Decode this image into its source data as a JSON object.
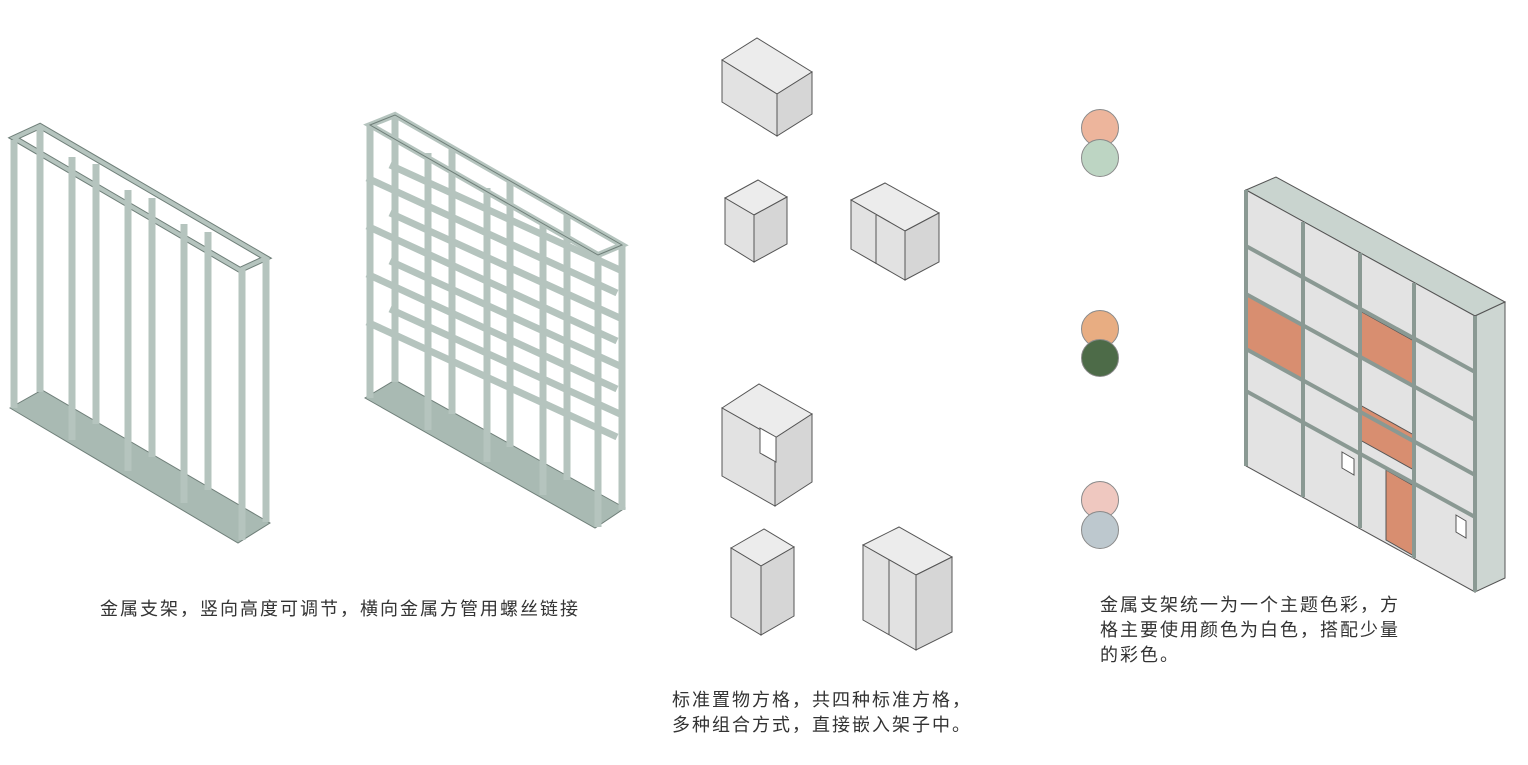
{
  "captions": {
    "frames": "金属支架，竖向高度可调节，横向金属方管用螺丝链接",
    "boxes": "标准置物方格，共四种标准方格，\n多种组合方式，直接嵌入架子中。",
    "assembly": "金属支架统一为一个主题色彩，方\n格主要使用颜色为白色，搭配少量\n的彩色。"
  },
  "colors": {
    "frame": "#b5c4be",
    "frame_dark": "#9eb0a9",
    "box": "#e2e2e2",
    "box_side": "#d3d3d3",
    "accent": "#c98e78"
  },
  "swatches": [
    {
      "top": "#edb59c",
      "bottom": "#bdd5c3"
    },
    {
      "top": "#e8ad82",
      "bottom": "#4d6b48"
    },
    {
      "top": "#efc8c0",
      "bottom": "#bdc8ce"
    }
  ]
}
